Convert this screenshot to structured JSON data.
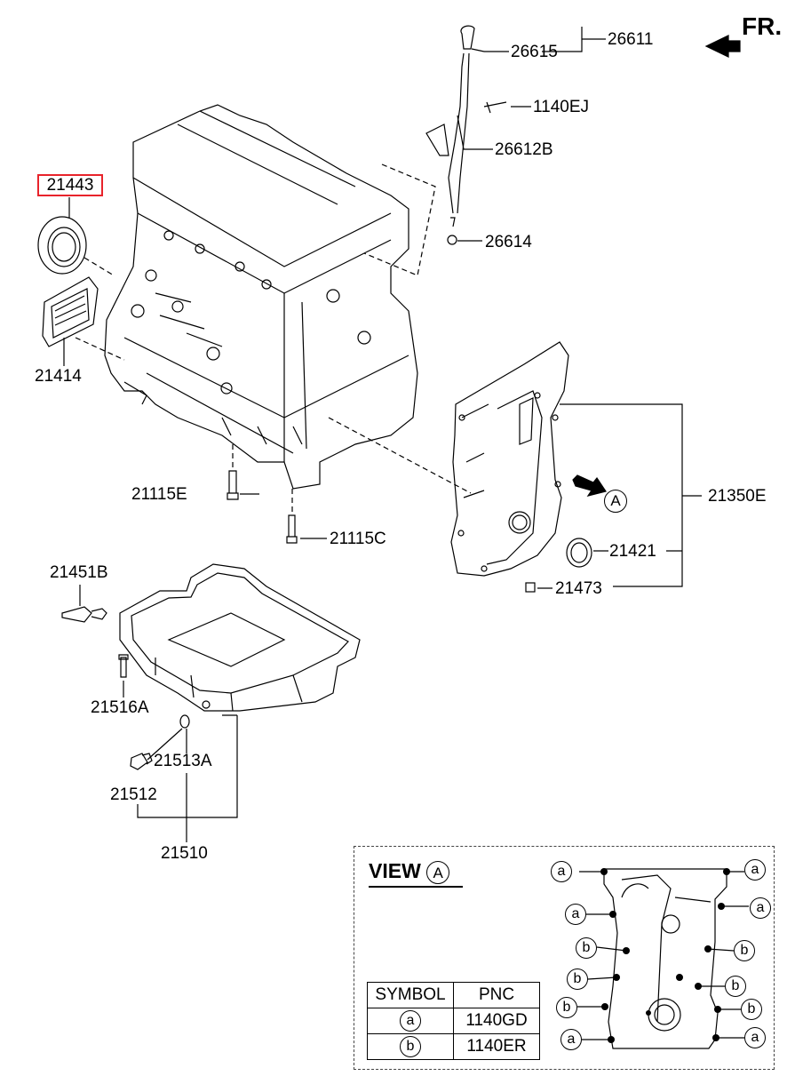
{
  "orientation_label": "FR.",
  "highlighted_part": "21443",
  "part_labels": {
    "p26611": "26611",
    "p26615": "26615",
    "p1140EJ": "1140EJ",
    "p26612B": "26612B",
    "p26614": "26614",
    "p21414": "21414",
    "p21350E": "21350E",
    "p21421": "21421",
    "p21473": "21473",
    "p21115E": "21115E",
    "p21115C": "21115C",
    "p21451B": "21451B",
    "p21516A": "21516A",
    "p21513A": "21513A",
    "p21512": "21512",
    "p21510": "21510"
  },
  "view_marker": "A",
  "view_panel": {
    "title": "VIEW",
    "marker": "A",
    "callout_a": "a",
    "callout_b": "b",
    "table": {
      "headers": [
        "SYMBOL",
        "PNC"
      ],
      "rows": [
        {
          "symbol": "a",
          "pnc": "1140GD"
        },
        {
          "symbol": "b",
          "pnc": "1140ER"
        }
      ]
    }
  },
  "colors": {
    "highlight": "#e8232b",
    "line": "#000000"
  }
}
